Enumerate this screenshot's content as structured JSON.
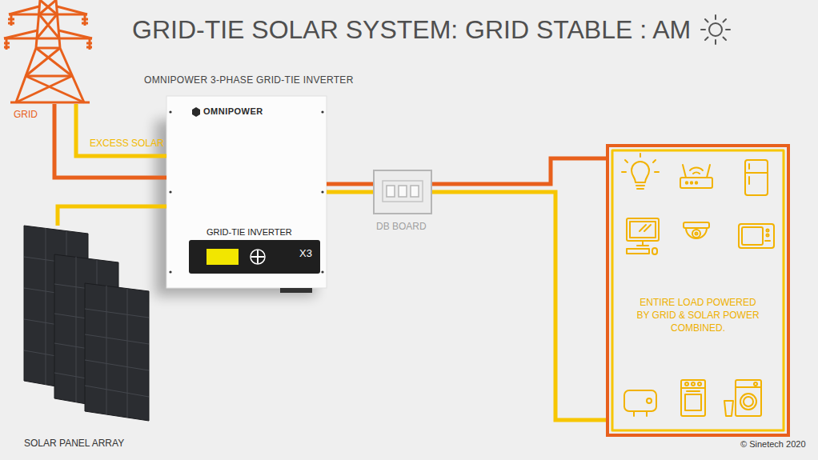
{
  "diagram": {
    "title": "GRID-TIE SOLAR SYSTEM: GRID STABLE : AM",
    "nodes": [
      {
        "text": [
          "GRID"
        ]
      },
      {
        "text": [
          "OMNIPOWER 3-PHASE GRID-TIE INVERTER",
          "OMNIPOWER",
          "GRID-TIE INVERTER",
          "X3"
        ]
      },
      {
        "text": [
          "DB BOARD"
        ]
      },
      {
        "text": [
          "ENTIRE LOAD POWERED BY GRID & SOLAR POWER COMBINED."
        ]
      },
      {
        "text": [
          "SOLAR PANEL ARRAY"
        ]
      }
    ],
    "edges": [
      {
        "from": 0,
        "to": 1,
        "arrow": "none"
      },
      {
        "from": 1,
        "to": 0,
        "label": "EXCESS SOLAR",
        "arrow": "none"
      },
      {
        "from": 4,
        "to": 1,
        "arrow": "none"
      },
      {
        "from": 1,
        "to": 2,
        "arrow": "none"
      },
      {
        "from": 1,
        "to": 2,
        "arrow": "none"
      },
      {
        "from": 2,
        "to": 3,
        "arrow": "none"
      },
      {
        "from": 2,
        "to": 3,
        "arrow": "none"
      }
    ],
    "labels": [
      "© Sinetech 2020"
    ]
  }
}
